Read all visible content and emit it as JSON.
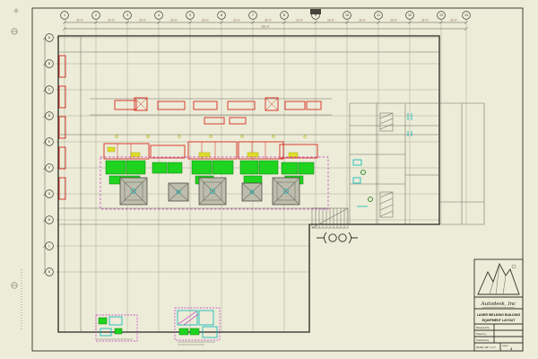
{
  "sheet": {
    "background": "#ECECD8"
  },
  "grid": {
    "top": [
      "1",
      "2",
      "3",
      "4",
      "5",
      "6",
      "7",
      "8",
      "9",
      "10",
      "11",
      "12",
      "13",
      "14"
    ],
    "left": [
      "A",
      "B",
      "C",
      "D",
      "E",
      "F",
      "G",
      "H",
      "J",
      "K"
    ]
  },
  "dims": {
    "bay": "25'-0\"",
    "overall": "350'-0\""
  },
  "title_block": {
    "company": "Autodesk, Inc",
    "title_line1": "LASER WELDING BUILDING",
    "title_line2": "EQUIPMENT LAYOUT",
    "rows": [
      {
        "label": "Designed by"
      },
      {
        "label": "Drawn by"
      },
      {
        "label": "Checked by"
      }
    ],
    "scale_text": "SCALE: 1/8\" = 1'-0\"",
    "sheet_label": "SHEET",
    "sheet_value": "1"
  },
  "colors": {
    "equipment_red": "#d92a20",
    "machine_green": "#1fd41f",
    "clearance_magenta": "#c32ec3",
    "utility_cyan": "#00b5b5",
    "accent_yellow": "#dede2a"
  }
}
